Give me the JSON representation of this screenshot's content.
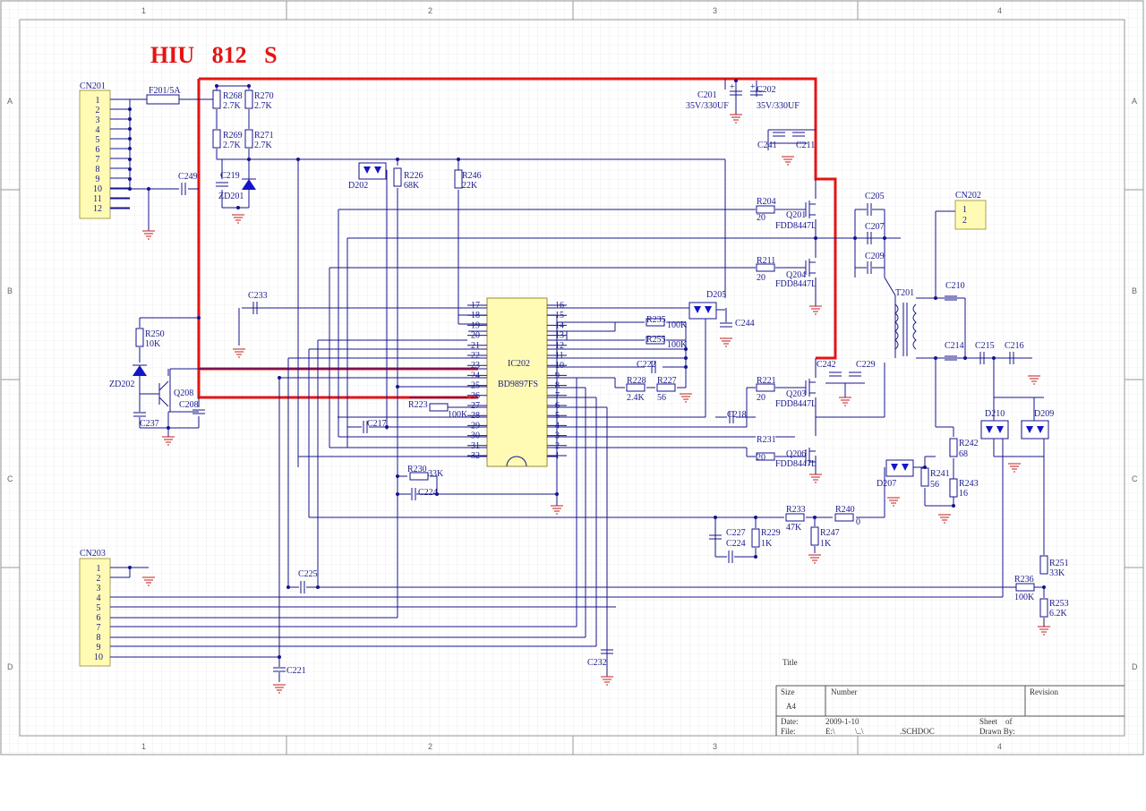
{
  "title_label": "HIU   812   S",
  "frame": {
    "cols": [
      "1",
      "2",
      "3",
      "4"
    ],
    "rows": [
      "A",
      "B",
      "C",
      "D"
    ]
  },
  "connectors": {
    "cn201": {
      "name": "CN201",
      "pins": [
        "1",
        "2",
        "3",
        "4",
        "5",
        "6",
        "7",
        "8",
        "9",
        "10",
        "11",
        "12"
      ]
    },
    "cn202": {
      "name": "CN202",
      "pins": [
        "1",
        "2"
      ]
    },
    "cn203": {
      "name": "CN203",
      "pins": [
        "1",
        "2",
        "3",
        "4",
        "5",
        "6",
        "7",
        "8",
        "9",
        "10"
      ]
    }
  },
  "ic": {
    "ref": "IC202",
    "part": "BD9897FS",
    "left_pins": [
      "17",
      "18",
      "19",
      "20",
      "21",
      "22",
      "23",
      "24",
      "25",
      "26",
      "27",
      "28",
      "29",
      "30",
      "31",
      "32"
    ],
    "right_pins": [
      "16",
      "15",
      "14",
      "13",
      "12",
      "11",
      "10",
      "9",
      "8",
      "7",
      "6",
      "5",
      "4",
      "3",
      "2",
      "1"
    ]
  },
  "labels": {
    "f201": "F201/5A",
    "r268": "R268",
    "r268v": "2.7K",
    "r270": "R270",
    "r270v": "2.7K",
    "r269": "R269",
    "r269v": "2.7K",
    "r271": "R271",
    "r271v": "2.7K",
    "c249": "C249",
    "c219": "C219",
    "zd201": "ZD201",
    "d202": "D202",
    "r226": "R226",
    "r226v": "68K",
    "r246": "R246",
    "r246v": "22K",
    "c201": "C201",
    "c201v": "35V/330UF",
    "c202": "C202",
    "c202v": "35V/330UF",
    "c241": "C241",
    "c211": "C211",
    "r204": "R204",
    "r204v": "20",
    "q201": "Q201",
    "q201p": "FDD8447L",
    "r211": "R211",
    "r211v": "20",
    "q204": "Q204",
    "q204p": "FDD8447L",
    "c205": "C205",
    "c207": "C207",
    "c209": "C209",
    "t201": "T201",
    "c210": "C210",
    "c214": "C214",
    "c215": "C215",
    "c216": "C216",
    "c233": "C233",
    "d205": "D205",
    "c244": "C244",
    "r235": "R235",
    "r235v": "100K",
    "r255": "R255",
    "r255v": "100K",
    "c222": "C222",
    "r228": "R228",
    "r228v": "2.4K",
    "r227": "R227",
    "r227v": "56",
    "r250": "R250",
    "r250v": "10K",
    "zd202": "ZD202",
    "q208": "Q208",
    "c237": "C237",
    "c208": "C208",
    "r223": "R223",
    "r223v": "100K",
    "c217": "C217",
    "c218": "C218",
    "r221": "R221",
    "r221v": "20",
    "q203": "Q203",
    "q203p": "FDD8447L",
    "c242": "C242",
    "c229": "C229",
    "r231": "R231",
    "r231v": "20",
    "q206": "Q206",
    "q206p": "FDD8447L",
    "d210": "D210",
    "d209": "D209",
    "r242": "R242",
    "r242v": "68",
    "d207": "D207",
    "r241": "R241",
    "r241v": "56",
    "r243": "R243",
    "r243v": "16",
    "r230": "R230",
    "r230v": "33K",
    "c224a": "C224",
    "r233": "R233",
    "r233v": "47K",
    "r240": "R240",
    "r240v": "0",
    "c227": "C227",
    "c224b": "C224",
    "r229": "R229",
    "r229v": "1K",
    "r247": "R247",
    "r247v": "1K",
    "r251": "R251",
    "r251v": "33K",
    "r236": "R236",
    "r236v": "100K",
    "r253": "R253",
    "r253v": "6.2K",
    "c225": "C225",
    "c221": "C221",
    "c232": "C232"
  },
  "titleblock": {
    "title": "Title",
    "size": "Size",
    "size_val": "A4",
    "number": "Number",
    "revision": "Revision",
    "date": "Date:",
    "date_val": "2009-1-10",
    "sheet": "Sheet    of",
    "file": "File:",
    "file_val": "E:\\          \\..\\                  .SCHDOC",
    "drawn": "Drawn By:"
  },
  "colors": {
    "wire": "#14148c",
    "highlight": "#e41414",
    "connector": "#fffbb4"
  }
}
